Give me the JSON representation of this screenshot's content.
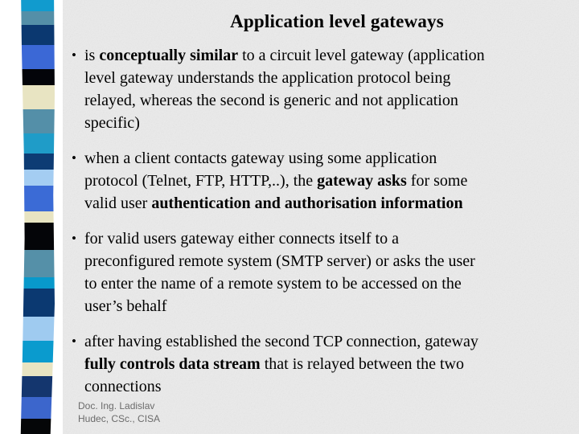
{
  "slide": {
    "title": "Application level gateways",
    "bullets": [
      {
        "lines": [
          [
            {
              "t": "is ",
              "b": false
            },
            {
              "t": "conceptually similar",
              "b": true
            },
            {
              "t": " to a circuit level gateway (application",
              "b": false
            }
          ],
          [
            {
              "t": "level gateway understands the application protocol being",
              "b": false
            }
          ],
          [
            {
              "t": "relayed, whereas the second is generic and not application",
              "b": false
            }
          ],
          [
            {
              "t": "specific)",
              "b": false
            }
          ]
        ]
      },
      {
        "lines": [
          [
            {
              "t": "when a client contacts gateway using some application",
              "b": false
            }
          ],
          [
            {
              "t": "protocol (Telnet, FTP, HTTP,..), the ",
              "b": false
            },
            {
              "t": "gateway asks",
              "b": true
            },
            {
              "t": " for some",
              "b": false
            }
          ],
          [
            {
              "t": "valid user ",
              "b": false
            },
            {
              "t": "authentication and authorisation information",
              "b": true
            }
          ]
        ]
      },
      {
        "lines": [
          [
            {
              "t": "for valid users gateway either connects itself to a",
              "b": false
            }
          ],
          [
            {
              "t": "preconfigured remote system (SMTP server) or asks the user",
              "b": false
            }
          ],
          [
            {
              "t": "to enter the name of a remote system to be accessed on the",
              "b": false
            }
          ],
          [
            {
              "t": "user’s behalf",
              "b": false
            }
          ]
        ]
      },
      {
        "lines": [
          [
            {
              "t": "after having established the second TCP connection, gateway",
              "b": false
            }
          ],
          [
            {
              "t": "fully controls data stream",
              "b": true
            },
            {
              "t": " that is relayed between the two",
              "b": false
            }
          ],
          [
            {
              "t": "connections",
              "b": false
            }
          ]
        ]
      }
    ],
    "bullet_glyph": "•",
    "footer_lines": [
      "Doc. Ing. Ladislav",
      "Hudec, CSc., CISA"
    ]
  },
  "stripe": {
    "blocks": [
      {
        "color": "#119bce",
        "h": 14
      },
      {
        "color": "#548fa8",
        "h": 17
      },
      {
        "color": "#0b3870",
        "h": 25
      },
      {
        "color": "#3b68d6",
        "h": 30
      },
      {
        "color": "#030409",
        "h": 20
      },
      {
        "color": "#e8e4c2",
        "h": 30
      },
      {
        "color": "#548fa8",
        "h": 30
      },
      {
        "color": "#1f9cc8",
        "h": 25
      },
      {
        "color": "#0d3c74",
        "h": 20
      },
      {
        "color": "#a4cdf2",
        "h": 20
      },
      {
        "color": "#3b6bd6",
        "h": 32
      },
      {
        "color": "#e8e4c2",
        "h": 14
      },
      {
        "color": "#040508",
        "h": 34
      },
      {
        "color": "#5590a8",
        "h": 34
      },
      {
        "color": "#0899cb",
        "h": 14
      },
      {
        "color": "#0b3971",
        "h": 35
      },
      {
        "color": "#9fcbf0",
        "h": 30
      },
      {
        "color": "#0a9bce",
        "h": 27
      },
      {
        "color": "#e8e4c2",
        "h": 17
      },
      {
        "color": "#14366e",
        "h": 26
      },
      {
        "color": "#3c66cc",
        "h": 27
      },
      {
        "color": "#050608",
        "h": 19
      }
    ]
  },
  "colors": {
    "slide_bg": "#ffffff",
    "panel_bg": "#ebebeb",
    "text": "#000000",
    "footer_text": "#6b6b6b"
  }
}
